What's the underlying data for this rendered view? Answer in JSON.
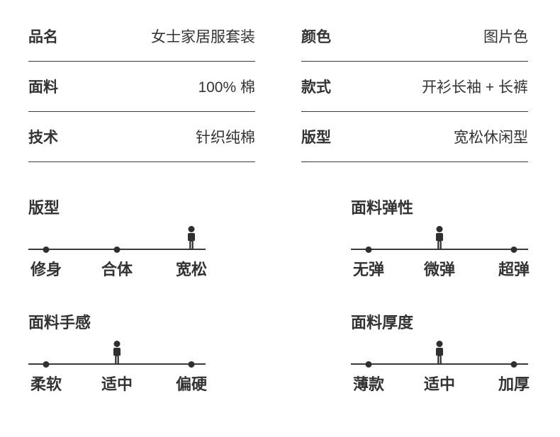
{
  "colors": {
    "background": "#ffffff",
    "text": "#333333",
    "line": "#3a3a3a",
    "marker": "#2f2f2f"
  },
  "spec_table": {
    "columns": [
      {
        "rows": [
          {
            "label": "品名",
            "value": "女士家居服套装"
          },
          {
            "label": "面料",
            "value": "100% 棉"
          },
          {
            "label": "技术",
            "value": "针织纯棉"
          }
        ]
      },
      {
        "rows": [
          {
            "label": "颜色",
            "value": "图片色"
          },
          {
            "label": "款式",
            "value": "开衫长袖 + 长裤"
          },
          {
            "label": "版型",
            "value": "宽松休闲型"
          }
        ]
      }
    ]
  },
  "scales": [
    {
      "title": "版型",
      "options": [
        "修身",
        "合体",
        "宽松"
      ],
      "selected_index": 2,
      "selected": "宽松"
    },
    {
      "title": "面料弹性",
      "options": [
        "无弹",
        "微弹",
        "超弹"
      ],
      "selected_index": 1,
      "selected": "微弹"
    },
    {
      "title": "面料手感",
      "options": [
        "柔软",
        "适中",
        "偏硬"
      ],
      "selected_index": 1,
      "selected": "适中"
    },
    {
      "title": "面料厚度",
      "options": [
        "薄款",
        "适中",
        "加厚"
      ],
      "selected_index": 1,
      "selected": "适中"
    }
  ],
  "icons": {
    "marker": "person-marker-icon",
    "stop": "scale-dot"
  }
}
